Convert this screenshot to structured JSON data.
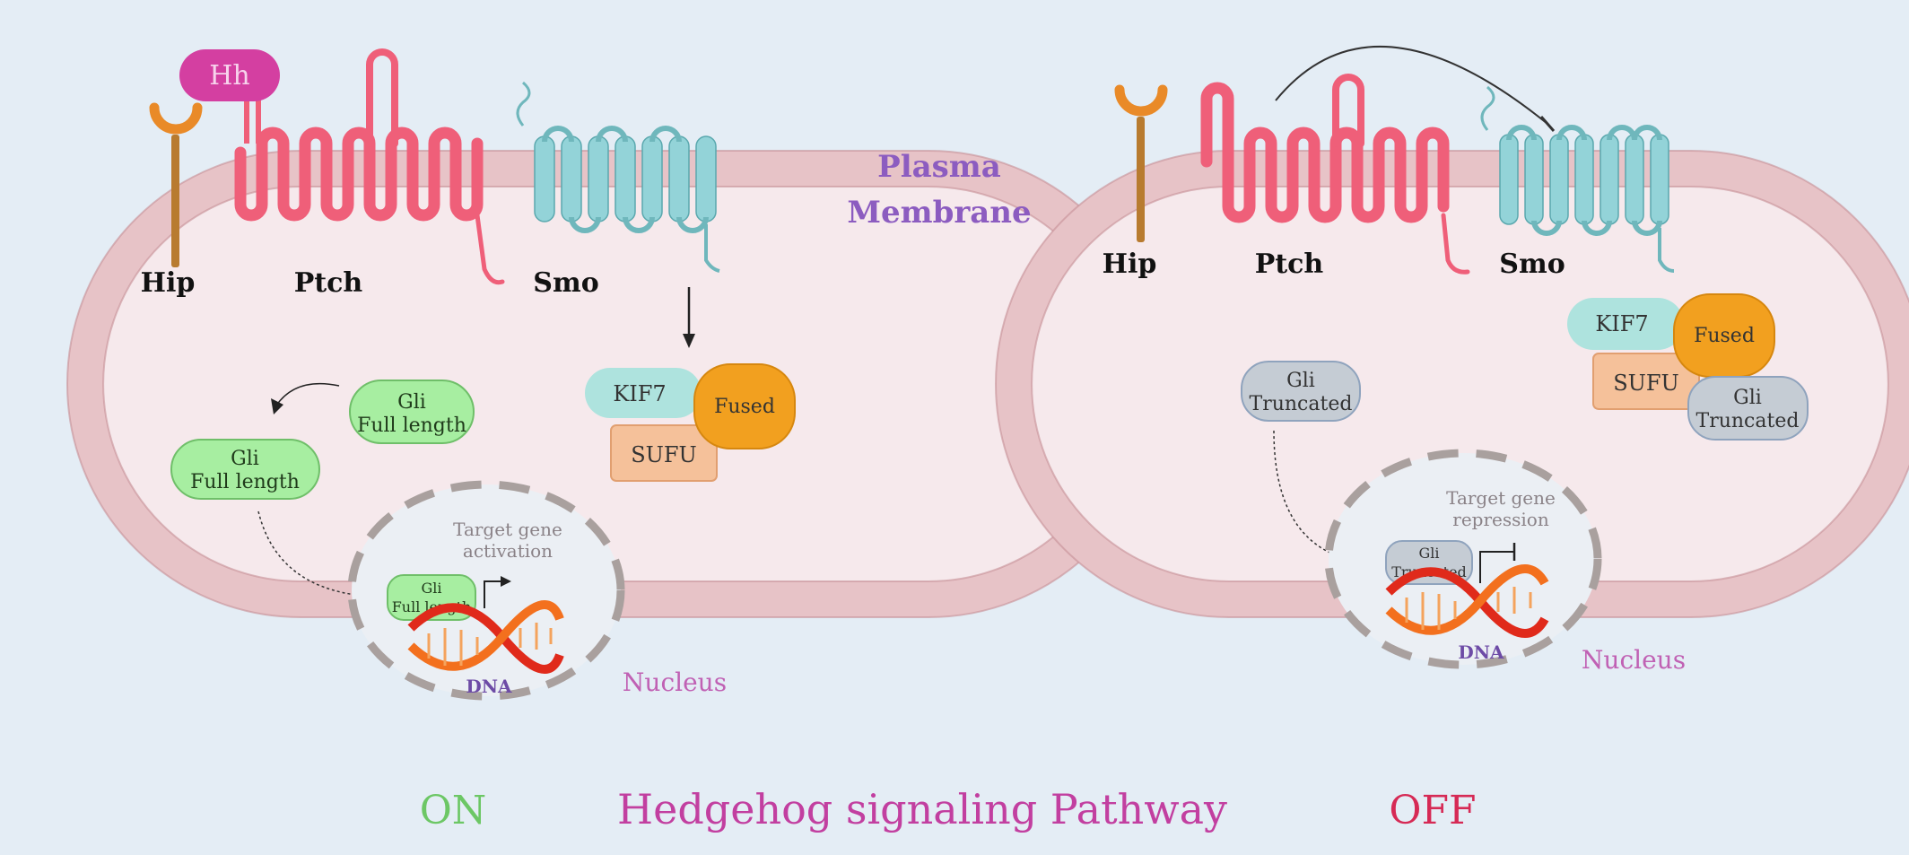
{
  "title": "Hedgehog signaling Pathway",
  "plasma_membrane": [
    "Plasma",
    "Membrane"
  ],
  "colors": {
    "background": "#e4edf5",
    "membrane": "#e7c3c7",
    "membrane_line": "#c78f96",
    "cytoplasm": "#f6e9ec",
    "ptch": "#ef5f79",
    "smo": "#93d3d8",
    "hip": "#b87b2f",
    "hip_cup": "#e98a28",
    "hh": "#d43fa1",
    "gli_full": "#a7eea1",
    "gli_truncated": "#c5ccd4",
    "kif7": "#aee3de",
    "sufu": "#f5c19a",
    "fused": "#f2a01f",
    "on_label": "#6cc765",
    "off_label": "#d62a55",
    "title": "#c23fa0",
    "membrane_label": "#8c5cc0",
    "nucleus_label": "#c061b4"
  },
  "on": {
    "label": "ON",
    "hip": "Hip",
    "hh": "Hh",
    "ptch": "Ptch",
    "smo": "Smo",
    "kif7": "KIF7",
    "fused": "Fused",
    "sufu": "SUFU",
    "gli_cyto_1": [
      "Gli",
      "Full length"
    ],
    "gli_cyto_2": [
      "Gli",
      "Full length"
    ],
    "gli_bound": [
      "Gli",
      "Full length"
    ],
    "target": [
      "Target gene",
      "activation"
    ],
    "dna": "DNA",
    "nucleus": "Nucleus"
  },
  "off": {
    "label": "OFF",
    "hip": "Hip",
    "ptch": "Ptch",
    "smo": "Smo",
    "kif7": "KIF7",
    "fused": "Fused",
    "sufu": "SUFU",
    "gli_complex": [
      "Gli",
      "Truncated"
    ],
    "gli_cyto": [
      "Gli",
      "Truncated"
    ],
    "gli_bound": [
      "Gli",
      "Truncated"
    ],
    "target": [
      "Target gene",
      "repression"
    ],
    "dna": "DNA",
    "nucleus": "Nucleus"
  }
}
